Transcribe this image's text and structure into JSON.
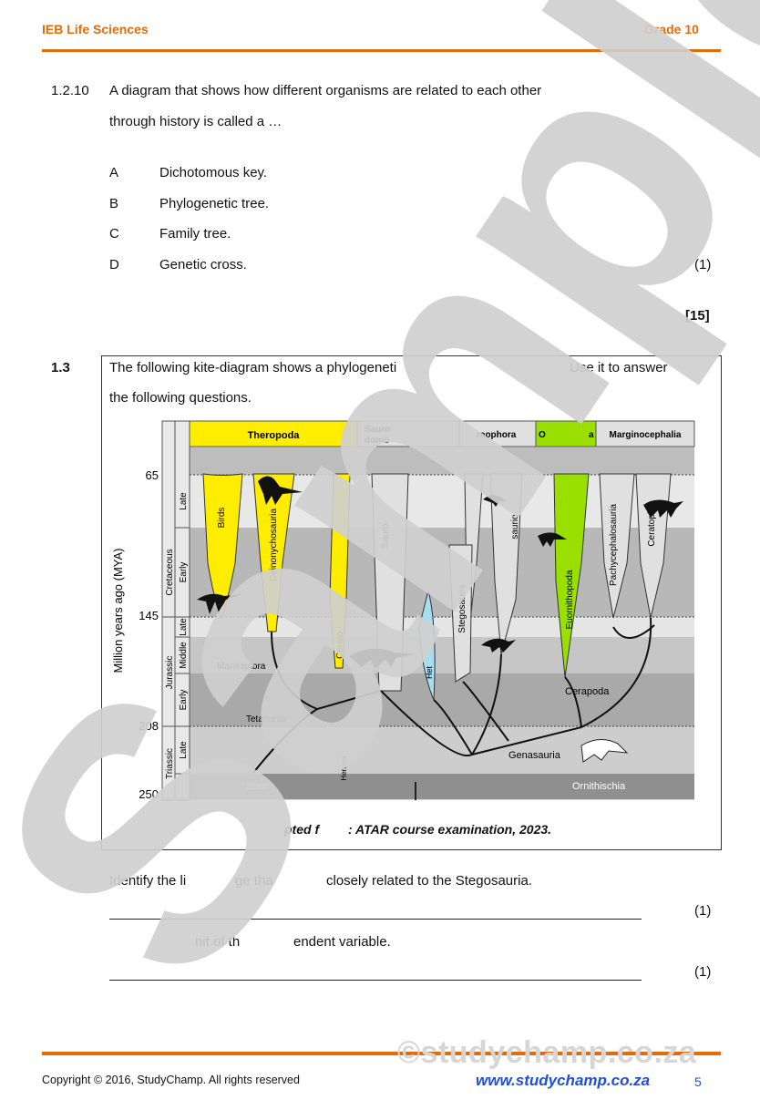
{
  "header": {
    "subject": "IEB Life Sciences",
    "grade": "Grade 10"
  },
  "q1210": {
    "number": "1.2.10",
    "line1": "A diagram that shows how different organisms are related to each other",
    "line2": "through history is called a …",
    "options": [
      {
        "letter": "A",
        "text": "Dichotomous key."
      },
      {
        "letter": "B",
        "text": "Phylogenetic tree."
      },
      {
        "letter": "C",
        "text": "Family tree."
      },
      {
        "letter": "D",
        "text": "Genetic cross."
      }
    ],
    "marks": "(1)",
    "total": "[15]"
  },
  "q13": {
    "number": "1.3",
    "line1a": "The following kite-diagram shows a phylogeneti",
    "line1b": "Use it to answer",
    "line2": "the following questions.",
    "source": "pted f",
    "source2": ": ATAR course examination, 2023."
  },
  "diagram": {
    "top_labels": [
      "Theropoda",
      "Sauro",
      "domo",
      "reophora",
      "O",
      "a",
      "Marginocephalia"
    ],
    "y_axis_label": "Million years ago (MYA)",
    "ticks": [
      "65",
      "145",
      "208",
      "250"
    ],
    "periods": [
      "Cretaceous",
      "Jurassic",
      "Triassic"
    ],
    "epochs": [
      "Late",
      "Early",
      "Late",
      "Middle",
      "Early",
      "Late"
    ],
    "lineages": [
      "Birds",
      "Deinonychosauria",
      "Cerato",
      "Sauro",
      "Stegosauria",
      "saurio",
      "Euornithopoda",
      "Pachycephalosauria",
      "Ceratopia",
      "Het"
    ],
    "nodes": [
      "Maniraptora",
      "Tetanurae",
      "Cerapoda",
      "Genasauria",
      "Ornithischia",
      "Sauri",
      "Herrera"
    ]
  },
  "q131": {
    "text_a": "Identify the li",
    "text_b": "ge tha",
    "text_c": "closely related to the Stegosauria.",
    "marks": "(1)"
  },
  "q132": {
    "text": "nit of th",
    "text_b": "endent variable.",
    "marks": "(1)"
  },
  "footer": {
    "copyright": "Copyright © 2016, StudyChamp. All rights reserved",
    "website": "www.studychamp.co.za",
    "watermark_site": "©studychamp.co.za",
    "page": "5"
  },
  "watermark": "Sample",
  "colors": {
    "accent": "#e36c0a",
    "theropoda": "#ffed00",
    "ornithopoda": "#99e000",
    "website": "#1f4fd8"
  }
}
